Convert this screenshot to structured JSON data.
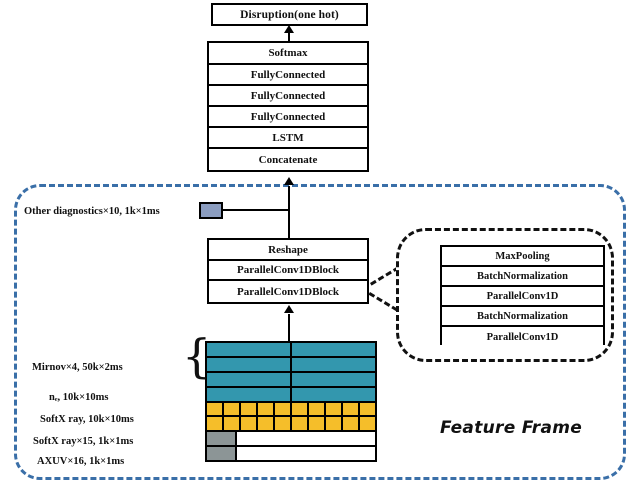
{
  "diagram": {
    "title": "Feature Frame",
    "colors": {
      "teal": "#3397ae",
      "orange": "#f5be2a",
      "gray": "#8c9596",
      "other_diag_box": "#8b9dc0",
      "dashed_frame": "#3a6fa8",
      "outline": "#000000"
    },
    "output_box": {
      "label": "Disruption(one hot)"
    },
    "head_stack": {
      "layers": [
        {
          "label": "Softmax"
        },
        {
          "label": "FullyConnected"
        },
        {
          "label": "FullyConnected"
        },
        {
          "label": "FullyConnected"
        },
        {
          "label": "LSTM"
        },
        {
          "label": "Concatenate"
        }
      ]
    },
    "other_diagnostics": {
      "label": "Other diagnostics×10, 1k×1ms"
    },
    "conv_stack": {
      "layers": [
        {
          "label": "Reshape"
        },
        {
          "label": "ParallelConv1DBlock"
        },
        {
          "label": "ParallelConv1DBlock"
        }
      ]
    },
    "expansion_block": {
      "layers": [
        {
          "label": "MaxPooling"
        },
        {
          "label": "BatchNormalization"
        },
        {
          "label": "ParallelConv1D"
        },
        {
          "label": "BatchNormalization"
        },
        {
          "label": "ParallelConv1D"
        }
      ]
    },
    "signal_labels": [
      {
        "text": "Mirnov×4, 50k×2ms",
        "has_brace": true
      },
      {
        "text": "nₑ, 10k×10ms",
        "has_brace": false
      },
      {
        "text": "SoftX ray, 10k×10ms",
        "has_brace": false
      },
      {
        "text": "SoftX ray×15, 1k×1ms",
        "has_brace": false
      },
      {
        "text": "AXUV×16, 1k×1ms",
        "has_brace": false
      }
    ],
    "feature_grid": {
      "rows": [
        {
          "kind": "teal",
          "cells": 2
        },
        {
          "kind": "teal",
          "cells": 2
        },
        {
          "kind": "teal",
          "cells": 2
        },
        {
          "kind": "teal",
          "cells": 2
        },
        {
          "kind": "orange",
          "cells": 10
        },
        {
          "kind": "orange",
          "cells": 10
        },
        {
          "kind": "gray-partial",
          "cells": 2
        },
        {
          "kind": "gray-partial",
          "cells": 2
        }
      ]
    }
  }
}
